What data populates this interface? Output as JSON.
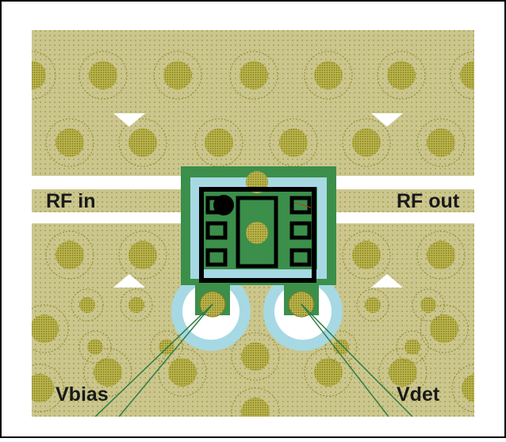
{
  "labels": {
    "rf_in": "RF in",
    "rf_out": "RF out",
    "vbias": "Vbias",
    "vdet": "Vdet"
  },
  "colors": {
    "board": "#c9c58a",
    "via_dark": "#b0aa3a",
    "via_ring": "#8f8a2a",
    "trace_white": "#ffffff",
    "pad_green": "#3b8f4a",
    "solder_mask_cyan": "#a6d9e3",
    "package_outline": "#000000",
    "route_line": "#2e7d45",
    "frame": "#000000"
  }
}
